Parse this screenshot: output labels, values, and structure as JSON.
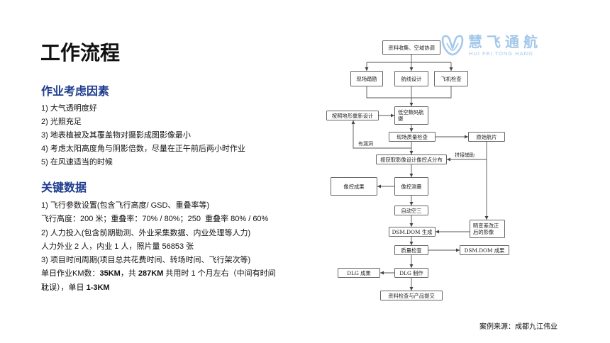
{
  "title": "工作流程",
  "theme": {
    "heading_color": "#1f3d8f",
    "logo_color": "#a3c8ea",
    "text_color": "#111111"
  },
  "logo": {
    "icon": "logo-icon",
    "name": "慧飞通航",
    "pinyin": "HUI FEI TONG HANG"
  },
  "factors": {
    "heading": "作业考虑因素",
    "items": [
      "1) 大气透明度好",
      "2) 光照充足",
      "3) 地表植被及其覆盖物对摄影成图影像最小",
      "4) 考虑太阳高度角与阴影倍数，尽量在正午前后两小时作业",
      "5) 在风速适当的时候"
    ]
  },
  "key_data": {
    "heading": "关键数据",
    "flight_params_title": "1) 飞行参数设置(包含飞行高度/ GSD、重叠率等)",
    "flight_params_value": "飞行高度：200 米；重叠率：70% / 80%；250  重叠率 80% / 60%",
    "manpower_title": "2) 人力投入(包含前期勘测、外业采集数据、内业处理等人力)",
    "manpower_value": "人力外业 2 人，内业 1 人，照片量 56853 张",
    "schedule_title": "3) 项目时间周期(项目总共花费时间、转场时间、飞行架次等)",
    "schedule_value": {
      "prefix": "单日作业KM数：",
      "daily_km": "35KM",
      "mid": "，共 ",
      "total_km": "287KM",
      "rest_line1": " 共用时 1 个月左右（中间有时间",
      "rest_line2": "耽误），单日 ",
      "daily_range": "1-3KM"
    }
  },
  "flowchart": {
    "nodes": {
      "data_collection": "资料收集、空域协调",
      "site_survey": "现场踏勘",
      "route_design": "航线设计",
      "aircraft_check": "飞机检查",
      "redesign": "按照地形重新设计",
      "aerial_photo": "低空数码航摄",
      "field_qc": "现场质量检查",
      "raw_photos": "原始航片",
      "gcp_design": "按获取影像设计像控点分布",
      "gcp_results": "像控成果",
      "gcp_survey": "像控测量",
      "aerotriangulation": "自动空三",
      "dsm_dom_gen": "DSM.DOM 生成",
      "corrected_images": "畸变差改正后的影像",
      "quality_check": "质量检查",
      "dsm_dom_results": "DSM.DOM 成果",
      "dlg_production": "DLG 制作",
      "dlg_results": "DLG 成果",
      "delivery": "资料检查与产品提交"
    },
    "edge_labels": {
      "gaps": "有漏洞",
      "mosaic_aid": "拼接辅助"
    }
  },
  "footer": {
    "source": "案例来源：成都九江伟业"
  }
}
